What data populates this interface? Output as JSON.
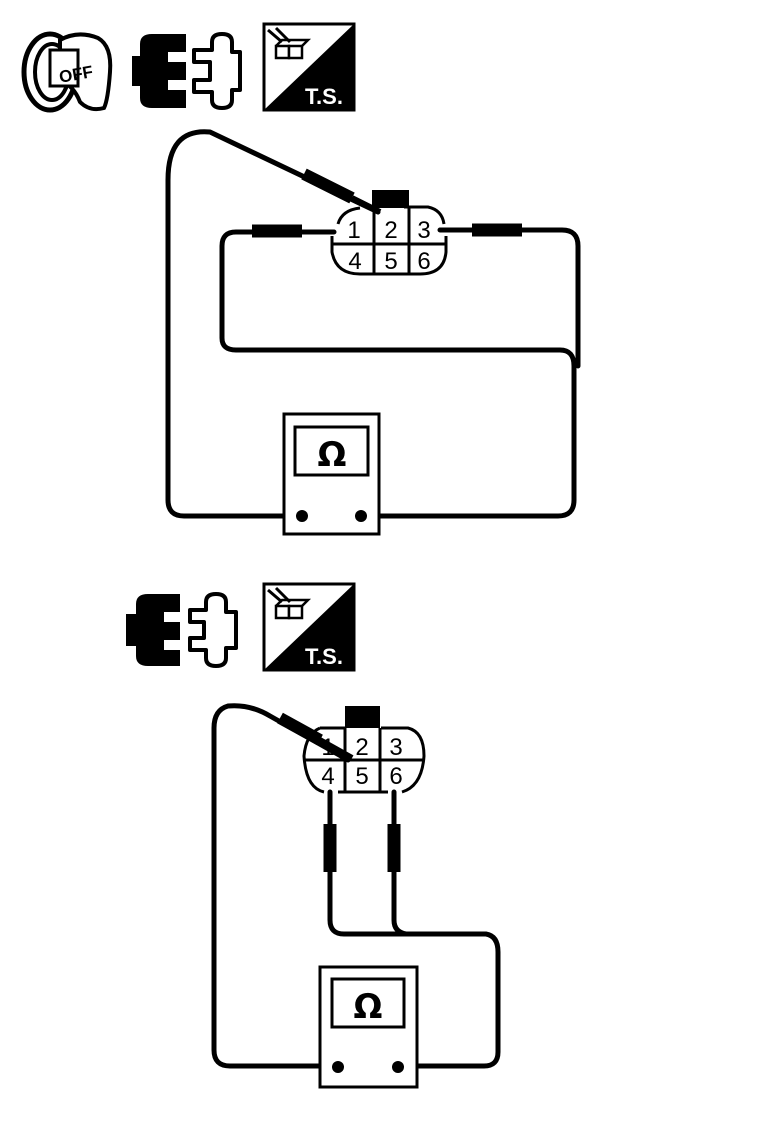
{
  "step1": {
    "icons": {
      "ignition": {
        "label": "OFF",
        "icon": "ignition-key-off-icon"
      },
      "connector": {
        "icon": "disconnect-connector-icon"
      },
      "terminal_side": {
        "label": "T.S.",
        "icon": "terminal-side-icon"
      }
    },
    "connector": {
      "pins_top": [
        "1",
        "2",
        "3"
      ],
      "pins_bottom": [
        "4",
        "5",
        "6"
      ]
    },
    "meter": {
      "symbol": "Ω",
      "icon": "ohmmeter-icon"
    }
  },
  "step2": {
    "icons": {
      "connector": {
        "icon": "disconnect-connector-icon"
      },
      "terminal_side": {
        "label": "T.S.",
        "icon": "terminal-side-icon"
      }
    },
    "connector": {
      "pins_top": [
        "1",
        "2",
        "3"
      ],
      "pins_bottom": [
        "4",
        "5",
        "6"
      ]
    },
    "meter": {
      "symbol": "Ω",
      "icon": "ohmmeter-icon"
    }
  }
}
